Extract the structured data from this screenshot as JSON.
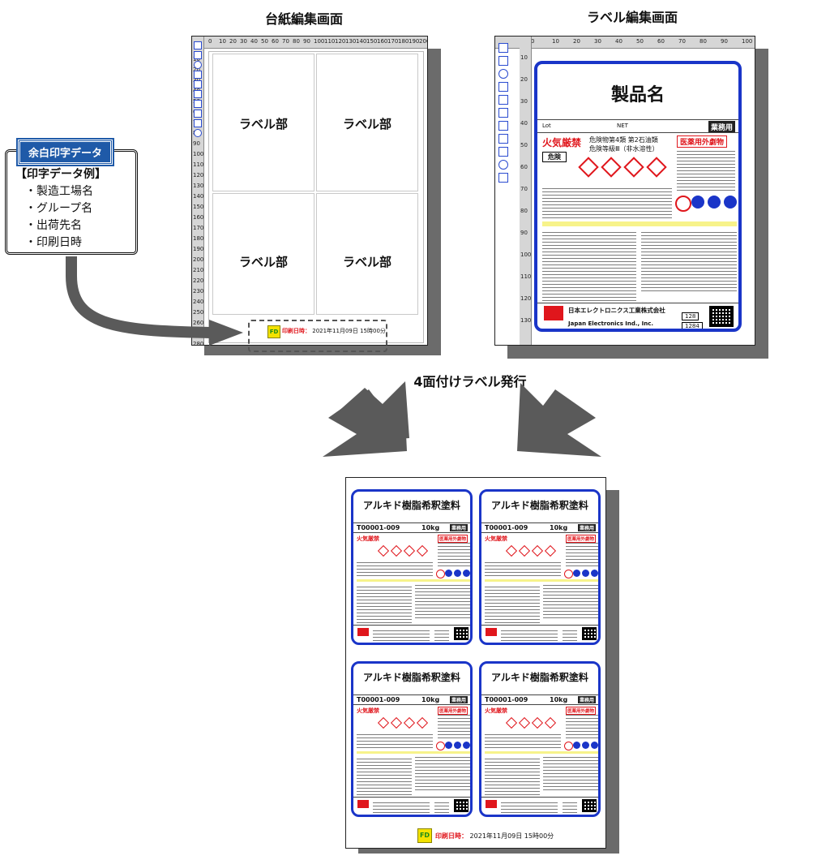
{
  "titles": {
    "base_editor": "台紙編集画面",
    "label_editor": "ラベル編集画面",
    "issue": "4面付けラベル発行"
  },
  "callout": {
    "heading": "余白印字データ",
    "example_heading": "【印字データ例】",
    "items": [
      "・製造工場名",
      "・グループ名",
      "・出荷先名",
      "・印刷日時"
    ]
  },
  "base_sheet": {
    "cells": [
      "ラベル部",
      "ラベル部",
      "ラベル部",
      "ラベル部"
    ],
    "stamp_logo": "FD",
    "print_label": "印刷日時：",
    "print_value": "2021年11月09日 15時00分",
    "ruler_h": [
      "0",
      "10",
      "20",
      "30",
      "40",
      "50",
      "60",
      "70",
      "80",
      "90",
      "100",
      "110",
      "120",
      "130",
      "140",
      "150",
      "160",
      "170",
      "180",
      "190",
      "200"
    ],
    "ruler_v": [
      "10",
      "20",
      "30",
      "40",
      "50",
      "60",
      "70",
      "80",
      "90",
      "100",
      "110",
      "120",
      "130",
      "140",
      "150",
      "160",
      "170",
      "180",
      "190",
      "200",
      "210",
      "220",
      "230",
      "240",
      "250",
      "260",
      "270",
      "280"
    ]
  },
  "label_editor": {
    "product": "製品名",
    "lot": "Lot",
    "net": "NET",
    "business_use": "業務用",
    "fire": "火気厳禁",
    "hazard_class_1": "危険物第4類 第2石油類",
    "hazard_class_2": "危険等級Ⅲ（非水溶性）",
    "danger": "危険",
    "nonmedical": "医薬用外劇物",
    "company": "日本エレクトロニクス工業株式会社",
    "company_en": "Japan Electronics Ind., Inc.",
    "code_1": "128",
    "code_2": "1284",
    "ruler_h": [
      "0",
      "10",
      "20",
      "30",
      "40",
      "50",
      "60",
      "70",
      "80",
      "90",
      "100"
    ],
    "ruler_v": [
      "10",
      "20",
      "30",
      "40",
      "50",
      "60",
      "70",
      "80",
      "90",
      "100",
      "110",
      "120",
      "130"
    ]
  },
  "issued": {
    "labels": [
      {
        "title": "アルキド樹脂希釈塗料",
        "lot": "T00001-009",
        "net": "10kg",
        "use": "業務用",
        "fire": "火気厳禁",
        "nonmedical": "医薬用外劇物"
      },
      {
        "title": "アルキド樹脂希釈塗料",
        "lot": "T00001-009",
        "net": "10kg",
        "use": "業務用",
        "fire": "火気厳禁",
        "nonmedical": "医薬用外劇物"
      },
      {
        "title": "アルキド樹脂希釈塗料",
        "lot": "T00001-009",
        "net": "10kg",
        "use": "業務用",
        "fire": "火気厳禁",
        "nonmedical": "医薬用外劇物"
      },
      {
        "title": "アルキド樹脂希釈塗料",
        "lot": "T00001-009",
        "net": "10kg",
        "use": "業務用",
        "fire": "火気厳禁",
        "nonmedical": "医薬用外劇物"
      }
    ],
    "stamp_logo": "FD",
    "print_label": "印刷日時：",
    "print_value": "2021年11月09日 15時00分"
  },
  "colors": {
    "label_border": "#1a35c8",
    "hazard_red": "#e0161c",
    "callout_blue": "#1f5aa8",
    "arrow_gray": "#5a5a5a"
  }
}
